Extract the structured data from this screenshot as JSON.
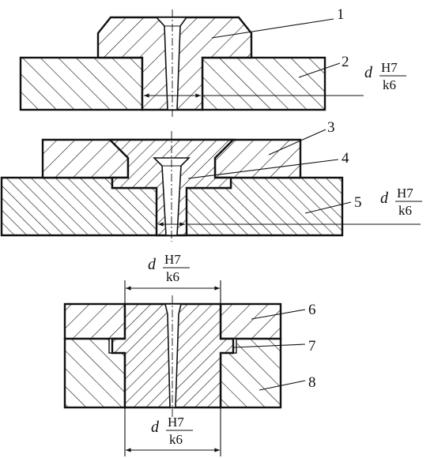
{
  "figure": {
    "part_labels": [
      "1",
      "2",
      "3",
      "4",
      "5",
      "6",
      "7",
      "8"
    ],
    "fit_symbol": "d",
    "fit_hole_tolerance": "H7",
    "fit_shaft_tolerance": "k6",
    "colors": {
      "line": "#111111",
      "background": "#ffffff"
    }
  }
}
